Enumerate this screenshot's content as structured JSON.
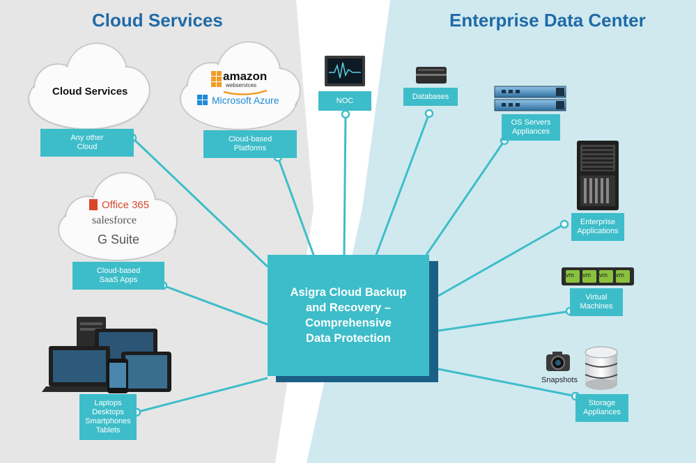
{
  "headings": {
    "left": "Cloud Services",
    "right": "Enterprise Data Center"
  },
  "center": {
    "lines": [
      "Asigra Cloud Backup",
      "and Recovery –",
      "Comprehensive",
      "Data Protection"
    ]
  },
  "clouds": {
    "generic": "Cloud Services",
    "platforms": {
      "amazon": "amazon",
      "amazon_sub": "webservices",
      "azure": "Microsoft Azure"
    },
    "saas": {
      "office": "Office 365",
      "salesforce": "salesforce",
      "gsuite": "G Suite"
    }
  },
  "labels": {
    "any_cloud": [
      "Any other",
      "Cloud"
    ],
    "platforms": [
      "Cloud-based",
      "Platforms"
    ],
    "saas": [
      "Cloud-based",
      "SaaS Apps"
    ],
    "devices": [
      "Laptops",
      "Desktops",
      "Smartphones",
      "Tablets"
    ],
    "noc": "NOC",
    "databases": "Databases",
    "os_servers": [
      "OS Servers",
      "Appliances"
    ],
    "enterprise_apps": [
      "Enterprise",
      "Applications"
    ],
    "virtual": [
      "Virtual",
      "Machines"
    ],
    "storage": [
      "Storage",
      "Appliances"
    ]
  },
  "snapshots": "Snapshots",
  "vm_tag": "vm",
  "colors": {
    "connector": "#3dbdc9",
    "label_bg": "#3dbdc9",
    "heading": "#1f6aa6",
    "left_bg": "#e6e6e6",
    "right_bg": "#cfe9ef",
    "shadow": "#1c5f86"
  }
}
